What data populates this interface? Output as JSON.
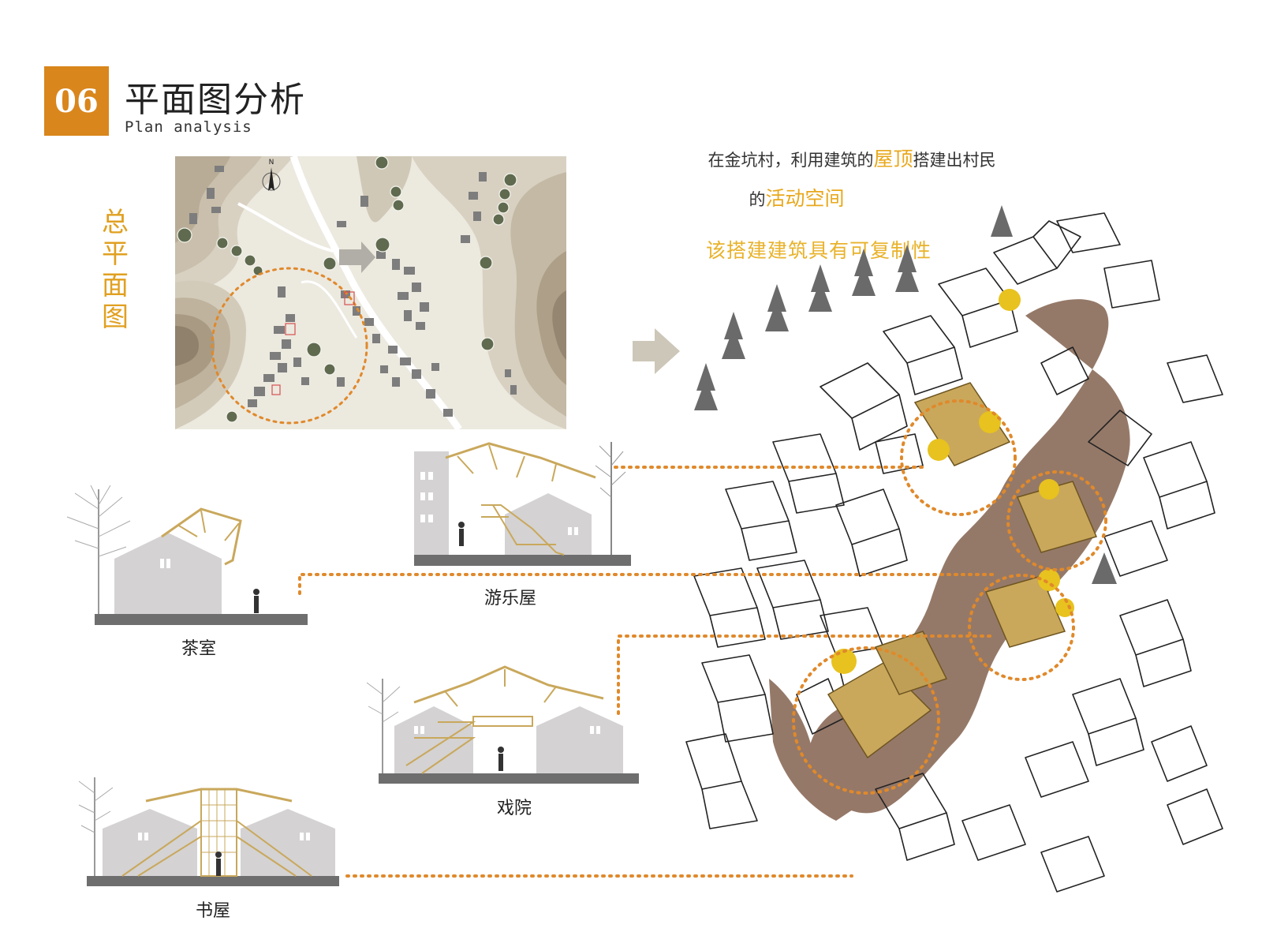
{
  "header": {
    "number": "06",
    "title": "平面图分析",
    "subtitle": "Plan analysis"
  },
  "site_plan": {
    "label_chars": [
      "总",
      "平",
      "面",
      "图"
    ],
    "north_label": "N"
  },
  "description": {
    "line1_pre": "在金坑村，利用建筑的",
    "line1_highlight": "屋顶",
    "line1_post": "搭建出村民",
    "line2_pre": "的",
    "line2_highlight": "活动空间",
    "line3": "该搭建建筑具有可复制性"
  },
  "sections": [
    {
      "id": "youle",
      "caption": "游乐屋"
    },
    {
      "id": "chashi",
      "caption": "茶室"
    },
    {
      "id": "xiyuan",
      "caption": "戏院"
    },
    {
      "id": "shuwu",
      "caption": "书屋"
    }
  ],
  "colors": {
    "accent": "#d9861c",
    "highlight": "#e8a81c",
    "timber": "#c9a85c",
    "building": "#d4d2d2",
    "ground": "#6e6e6e",
    "path": "#8a6a58"
  }
}
